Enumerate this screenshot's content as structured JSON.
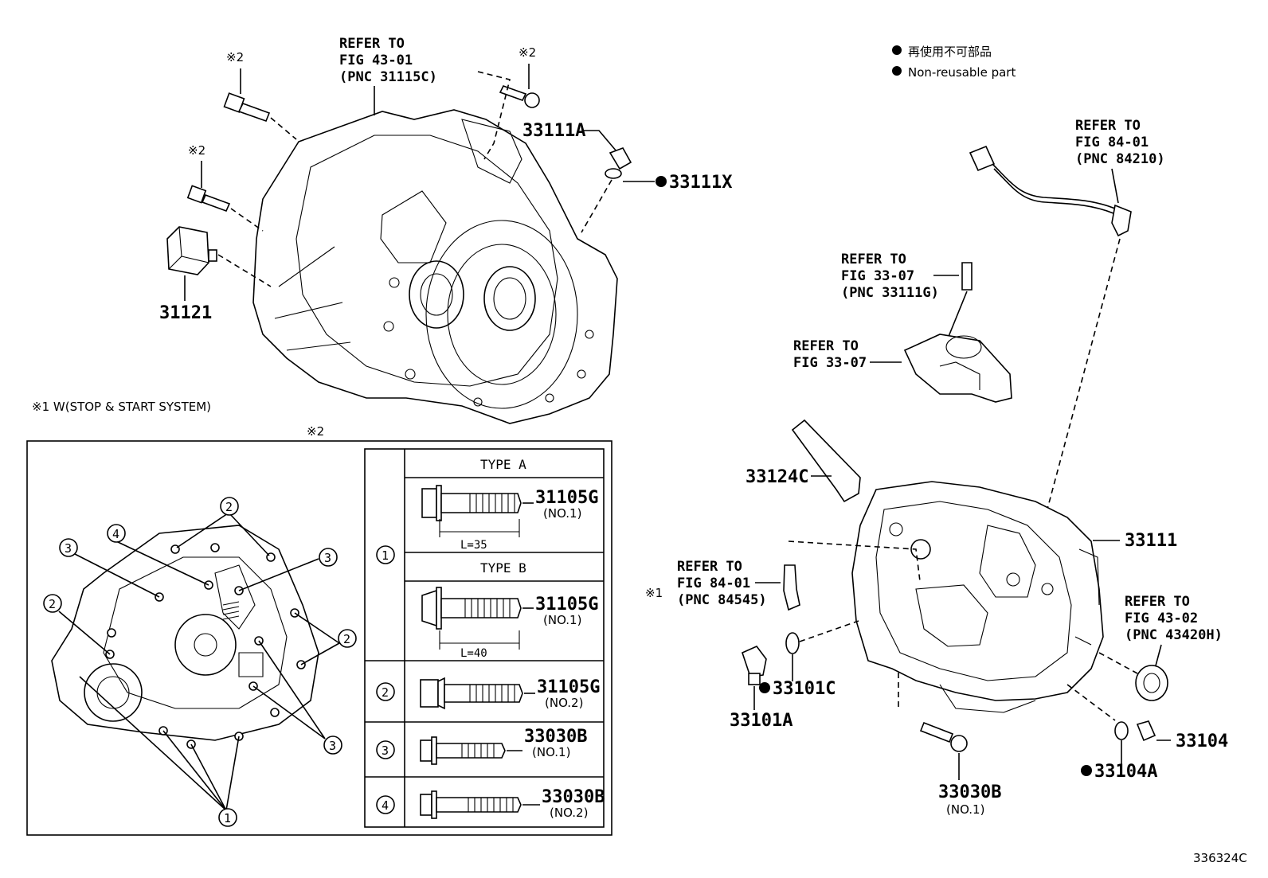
{
  "legend": {
    "jp": "再使用不可部品",
    "en": "Non-reusable part"
  },
  "note1": "※1  W(STOP & START SYSTEM)",
  "mark2": "※2",
  "mark1": "※1",
  "refs": {
    "r43_01": [
      "REFER TO",
      "FIG 43-01",
      "(PNC 31115C)"
    ],
    "r84_01a": [
      "REFER TO",
      "FIG 84-01",
      "(PNC 84210)"
    ],
    "r33_07a": [
      "REFER TO",
      "FIG 33-07",
      "(PNC 33111G)"
    ],
    "r33_07b": [
      "REFER TO",
      "FIG 33-07"
    ],
    "r84_01b": [
      "REFER TO",
      "FIG 84-01",
      "(PNC 84545)"
    ],
    "r43_02": [
      "REFER TO",
      "FIG 43-02",
      "(PNC 43420H)"
    ]
  },
  "parts": {
    "p33111A": "33111A",
    "p33111X": "33111X",
    "p31121": "31121",
    "p33124C": "33124C",
    "p33111": "33111",
    "p33101C": "33101C",
    "p33101A": "33101A",
    "p33030B": "33030B",
    "p33030B_sub": "(NO.1)",
    "p33104": "33104",
    "p33104A": "33104A"
  },
  "table": {
    "typeA": "TYPE A",
    "typeB": "TYPE B",
    "rows": [
      {
        "num": "1",
        "part": "31105G",
        "sub": "(NO.1)",
        "len": "L=35"
      },
      {
        "num": "1",
        "part": "31105G",
        "sub": "(NO.1)",
        "len": "L=40"
      },
      {
        "num": "2",
        "part": "31105G",
        "sub": "(NO.2)"
      },
      {
        "num": "3",
        "part": "33030B",
        "sub": "(NO.1)"
      },
      {
        "num": "4",
        "part": "33030B",
        "sub": "(NO.2)"
      }
    ]
  },
  "callouts": [
    "1",
    "2",
    "3",
    "4"
  ],
  "figure_id": "336324C"
}
